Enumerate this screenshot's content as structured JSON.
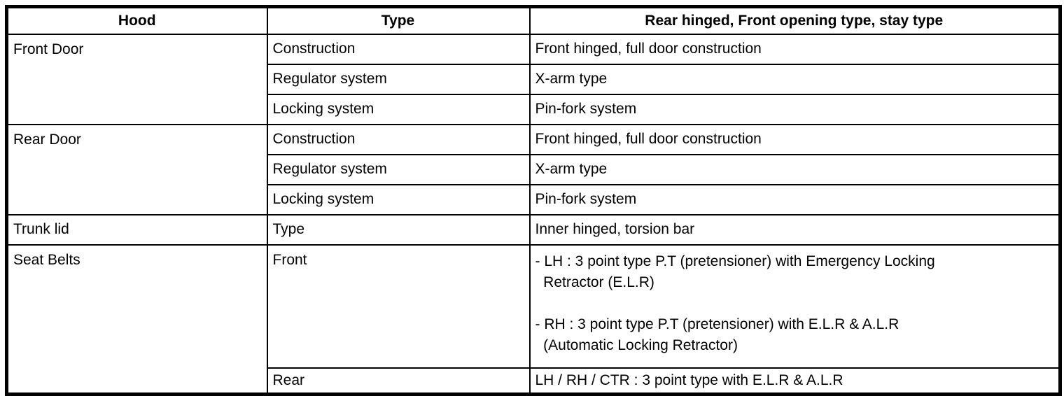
{
  "table": {
    "header": {
      "col1": "Hood",
      "col2": "Type",
      "col3": "Rear hinged, Front opening type, stay type"
    },
    "front_door": {
      "label": "Front Door",
      "rows": [
        {
          "type": "Construction",
          "value": "Front hinged, full door construction"
        },
        {
          "type": "Regulator system",
          "value": "X-arm type"
        },
        {
          "type": "Locking system",
          "value": "Pin-fork system"
        }
      ]
    },
    "rear_door": {
      "label": "Rear Door",
      "rows": [
        {
          "type": "Construction",
          "value": "Front hinged, full door construction"
        },
        {
          "type": "Regulator system",
          "value": "X-arm type"
        },
        {
          "type": "Locking system",
          "value": "Pin-fork system"
        }
      ]
    },
    "trunk_lid": {
      "label": "Trunk lid",
      "type": "Type",
      "value": "Inner hinged, torsion bar"
    },
    "seat_belts": {
      "label": "Seat Belts",
      "front": {
        "type": "Front",
        "value": "- LH : 3 point type P.T (pretensioner) with Emergency Locking\n  Retractor (E.L.R)\n\n- RH : 3 point type P.T (pretensioner) with E.L.R & A.L.R\n  (Automatic Locking Retractor)"
      },
      "rear": {
        "type": "Rear",
        "value": "LH / RH / CTR : 3 point type with E.L.R & A.L.R"
      }
    }
  }
}
